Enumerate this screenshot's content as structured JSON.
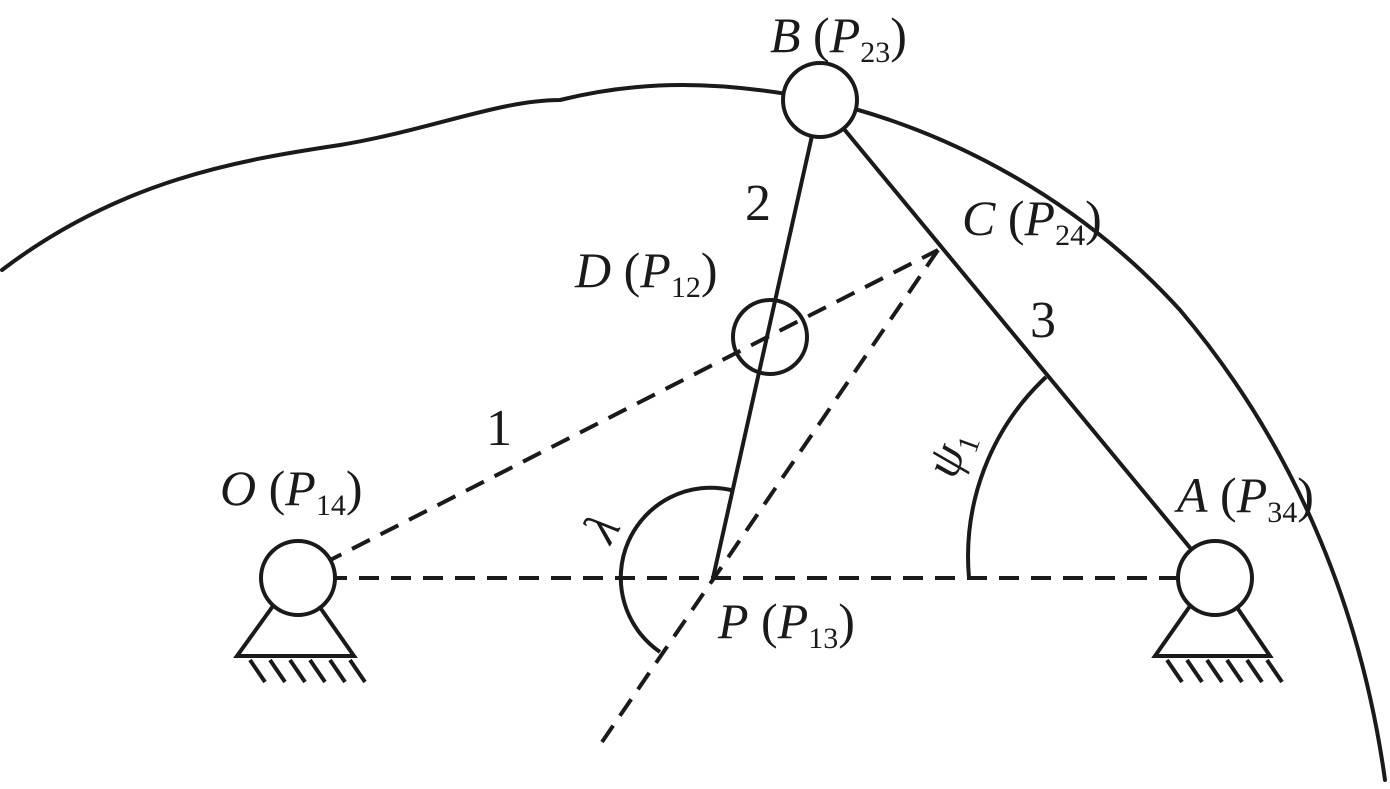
{
  "labels": {
    "B": {
      "letter": "B",
      "open": " (",
      "P": "P",
      "sub": "23",
      "close": ")"
    },
    "C": {
      "letter": "C",
      "open": " (",
      "P": "P",
      "sub": "24",
      "close": ")"
    },
    "D": {
      "letter": "D",
      "open": " (",
      "P": "P",
      "sub": "12",
      "close": ")"
    },
    "O": {
      "letter": "O",
      "open": " (",
      "P": "P",
      "sub": "14",
      "close": ")"
    },
    "A": {
      "letter": "A",
      "open": " (",
      "P": "P",
      "sub": "34",
      "close": ")"
    },
    "P": {
      "letter": "P",
      "open": " (",
      "P": "P",
      "sub": "13",
      "close": ")"
    }
  },
  "links": {
    "one": "1",
    "two": "2",
    "three": "3"
  },
  "angles": {
    "lambda": "λ",
    "psi": "ψ",
    "psi_sub": "1"
  }
}
